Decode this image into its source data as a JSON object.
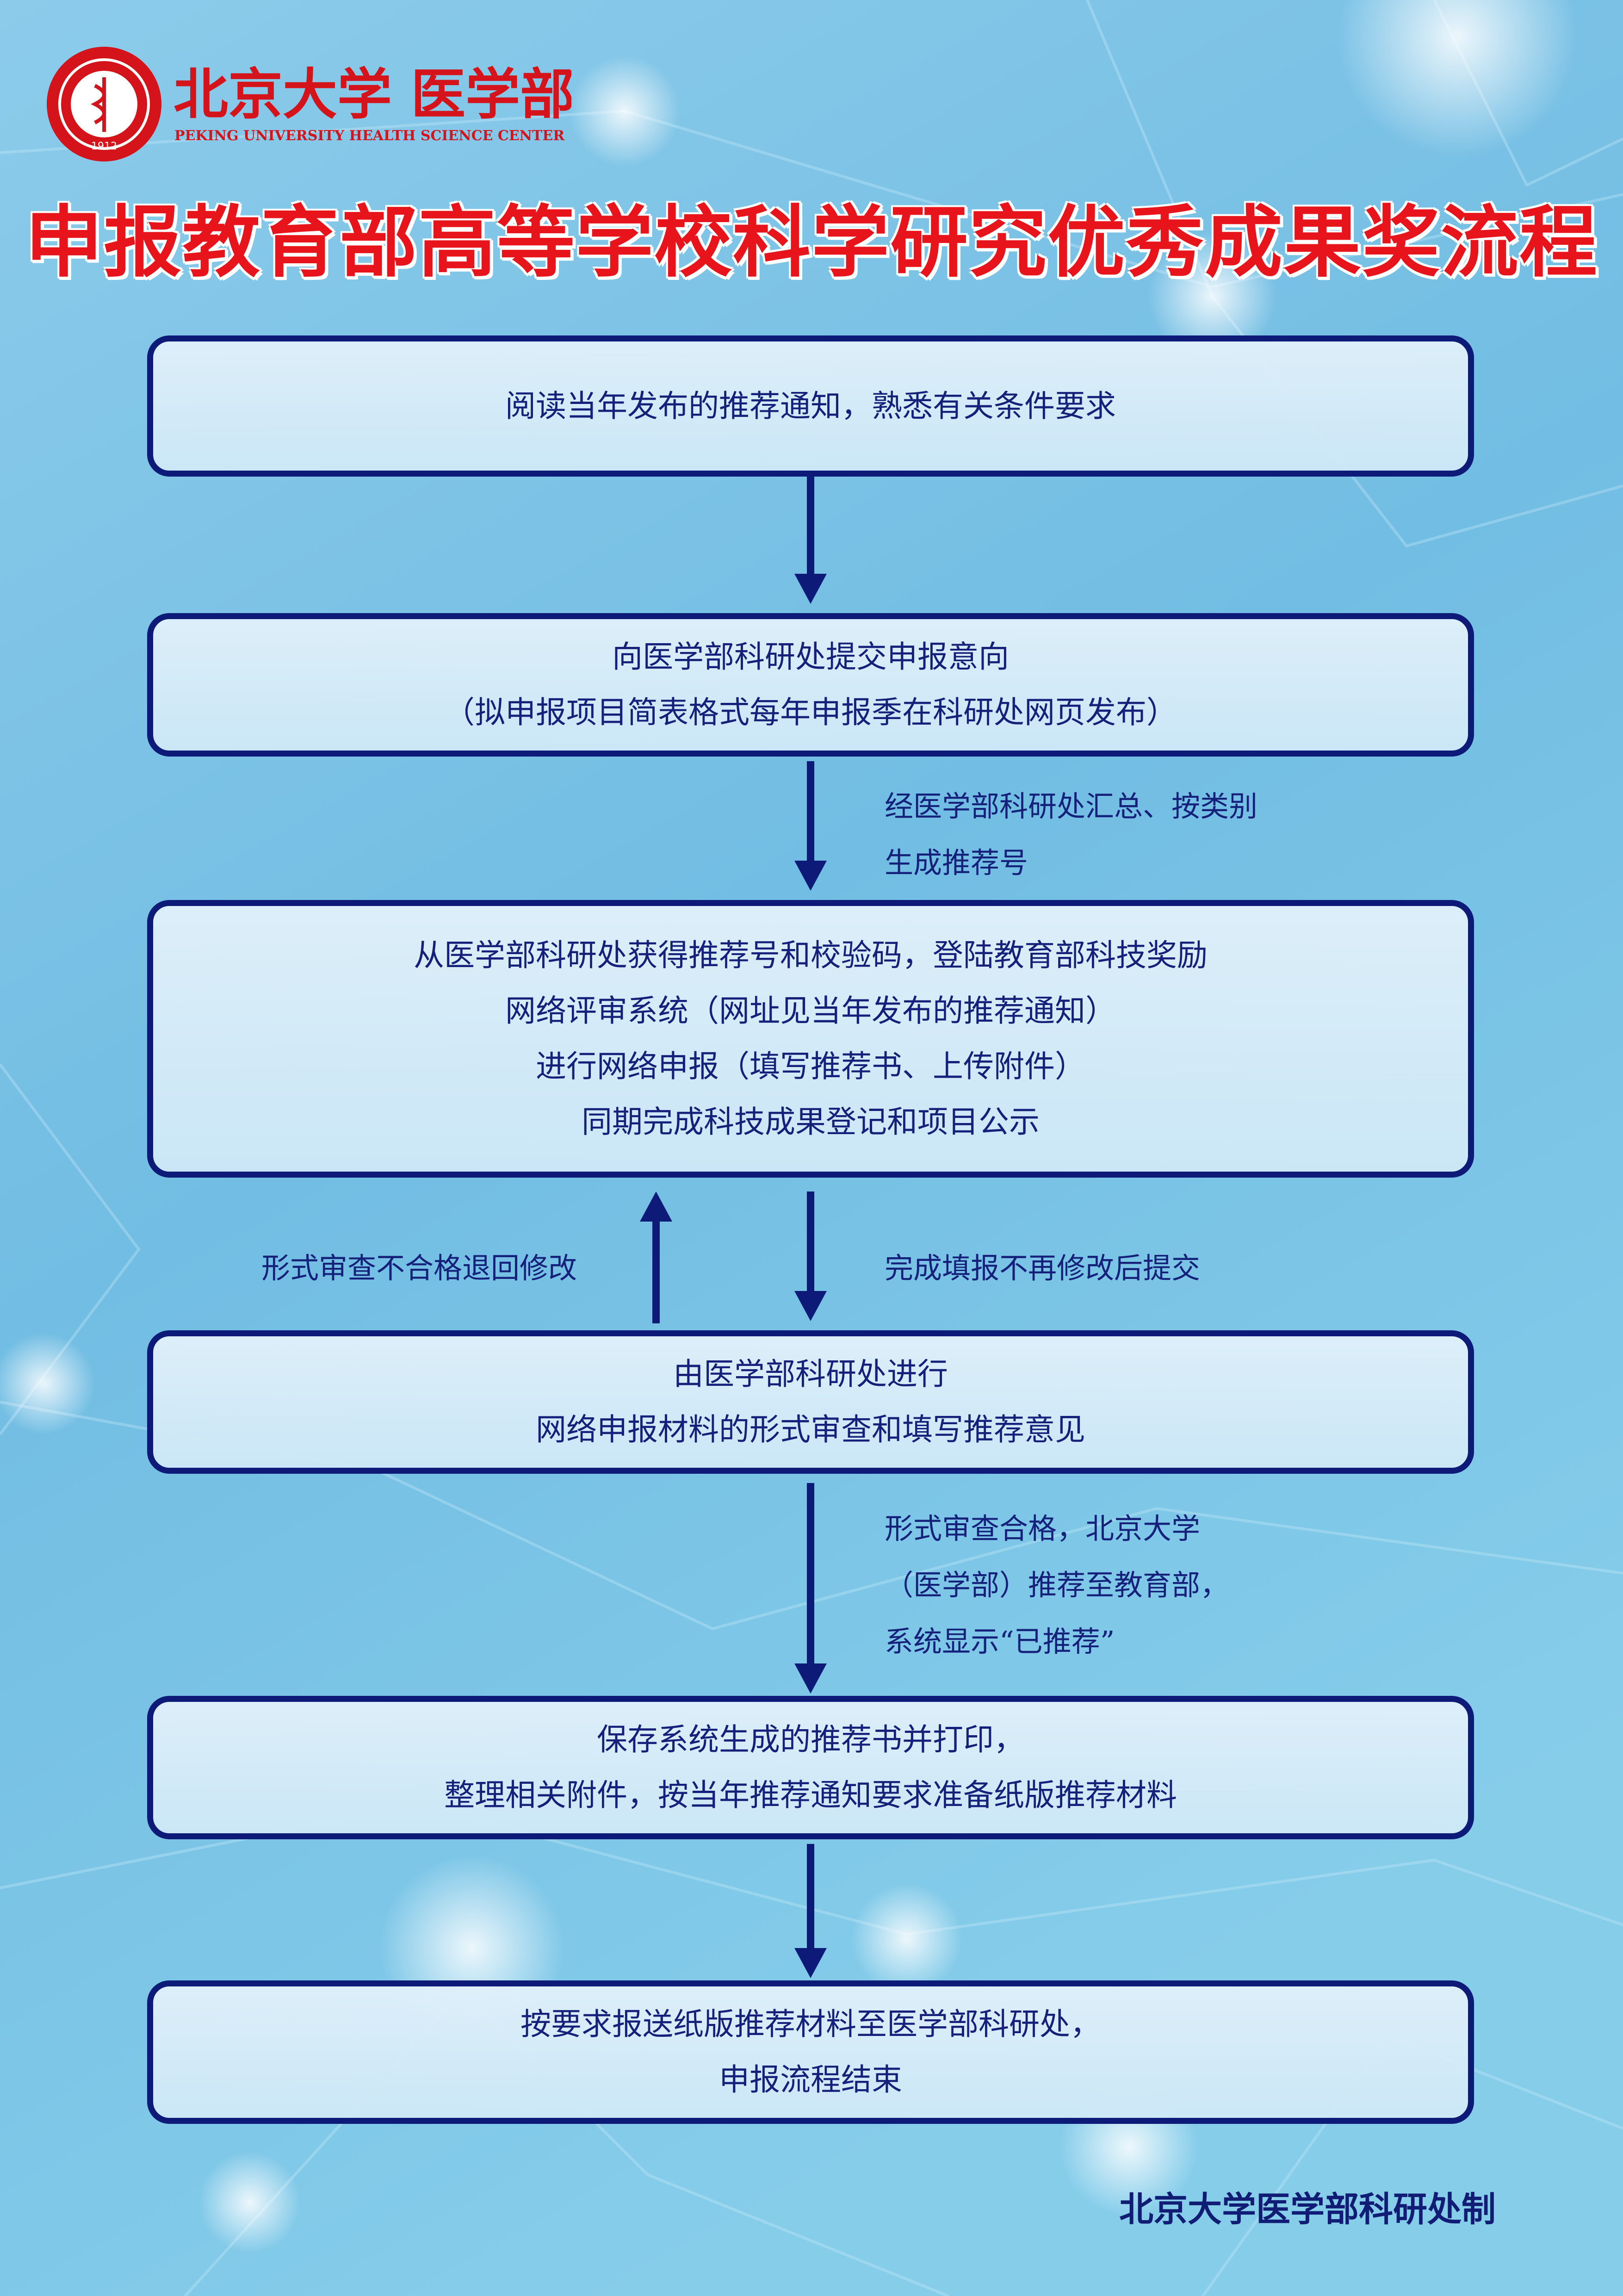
{
  "header": {
    "logo_text": "北京大学 医学部",
    "logo_subtext": "PEKING UNIVERSITY HEALTH SCIENCE CENTER",
    "seal_year": "1912"
  },
  "title": "申报教育部高等学校科学研究优秀成果奖流程",
  "steps": [
    {
      "lines": [
        "阅读当年发布的推荐通知，熟悉有关条件要求"
      ]
    },
    {
      "lines": [
        "向医学部科研处提交申报意向",
        "（拟申报项目简表格式每年申报季在科研处网页发布）"
      ]
    },
    {
      "lines": [
        "从医学部科研处获得推荐号和校验码，登陆教育部科技奖励",
        "网络评审系统（网址见当年发布的推荐通知）",
        "进行网络申报（填写推荐书、上传附件）",
        "同期完成科技成果登记和项目公示"
      ]
    },
    {
      "lines": [
        "由医学部科研处进行",
        "网络申报材料的形式审查和填写推荐意见"
      ]
    },
    {
      "lines": [
        "保存系统生成的推荐书并打印，",
        "整理相关附件，按当年推荐通知要求准备纸版推荐材料"
      ]
    },
    {
      "lines": [
        "按要求报送纸版推荐材料至医学部科研处，",
        "申报流程结束"
      ]
    }
  ],
  "notes": {
    "after_step2": [
      "经医学部科研处汇总、按类别",
      "生成推荐号"
    ],
    "return_left": [
      "形式审查不合格退回修改"
    ],
    "submit_right": [
      "完成填报不再修改后提交"
    ],
    "after_step4": [
      "形式审查合格，北京大学",
      "（医学部）推荐至教育部，",
      "系统显示“已推荐”"
    ]
  },
  "footer": "北京大学医学部科研处制",
  "colors": {
    "title_red": "#e8141c",
    "box_border": "#0d1a78",
    "text_navy": "#15207a",
    "background": "#7cc4e6"
  }
}
